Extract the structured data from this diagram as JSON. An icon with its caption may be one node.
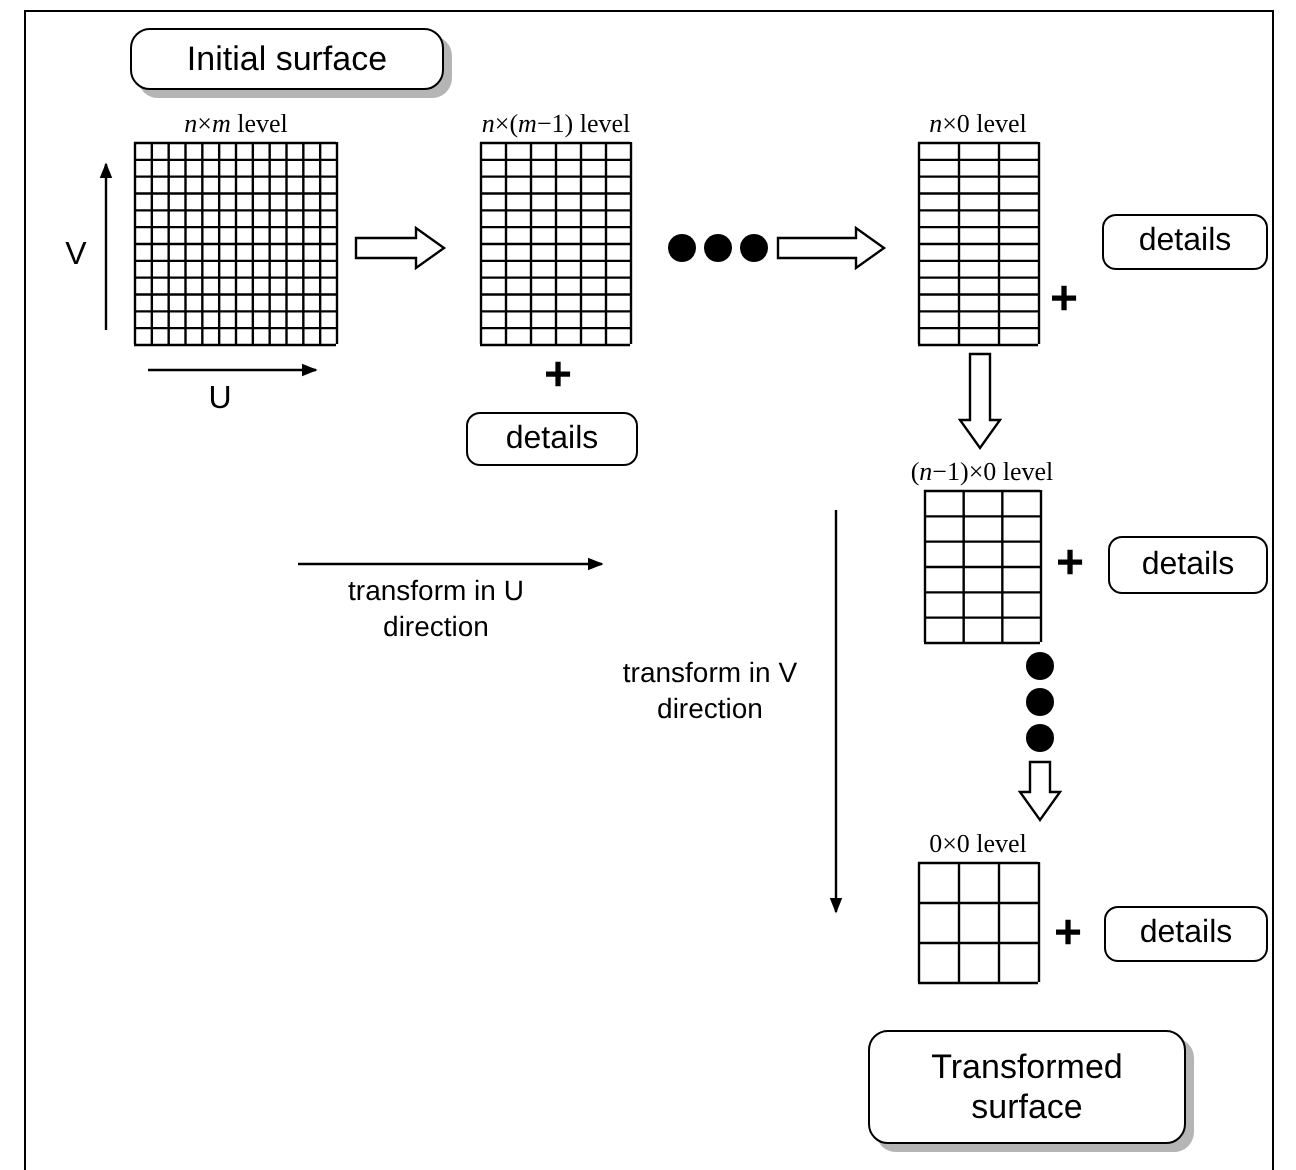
{
  "diagram": {
    "nodes": [
      {
        "text": [
          "Initial surface"
        ]
      },
      {
        "text": [
          "*n*×*m* level"
        ]
      },
      {
        "text": [
          "*n*×(*m*−1) level"
        ]
      },
      {
        "text": [],
        "shape": "dots"
      },
      {
        "text": [
          "*n*×0 level"
        ]
      },
      {
        "text": [
          "details"
        ]
      },
      {
        "text": [
          "details"
        ]
      },
      {
        "text": [
          "(*n*−1)×0 level"
        ]
      },
      {
        "text": [
          "details"
        ]
      },
      {
        "text": [],
        "shape": "dots"
      },
      {
        "text": [
          "0×0 level"
        ]
      },
      {
        "text": [
          "details"
        ]
      },
      {
        "text": [
          "Transformed surface"
        ]
      }
    ],
    "edges": [
      {
        "from": 1,
        "to": 2,
        "arrow": "to"
      },
      {
        "from": 3,
        "to": 4,
        "arrow": "to"
      },
      {
        "from": 4,
        "to": 7,
        "arrow": "to"
      },
      {
        "from": 9,
        "to": 10,
        "arrow": "to"
      }
    ],
    "labels": [
      "V",
      "U",
      "+",
      "+",
      "transform in U direction",
      "transform in V direction",
      "+",
      "+"
    ]
  }
}
